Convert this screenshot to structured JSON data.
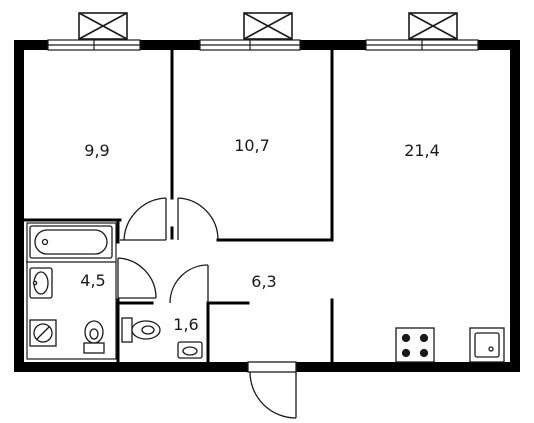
{
  "rooms": [
    {
      "id": "bedroom",
      "area": "9,9"
    },
    {
      "id": "bedroom-2",
      "area": "10,7"
    },
    {
      "id": "living-kitchen",
      "area": "21,4"
    },
    {
      "id": "bathroom",
      "area": "4,5"
    },
    {
      "id": "hallway",
      "area": "6,3"
    },
    {
      "id": "toilet",
      "area": "1,6"
    }
  ],
  "colors": {
    "wall": "#000000",
    "line": "#1a1a1a",
    "window_glass": "#ffffff",
    "fixture": "#ffffff"
  },
  "fixture_icons": [
    "bathtub-icon",
    "sink-icon",
    "toilet-icon",
    "washing-machine-icon",
    "stove-icon",
    "kitchen-sink-icon"
  ]
}
